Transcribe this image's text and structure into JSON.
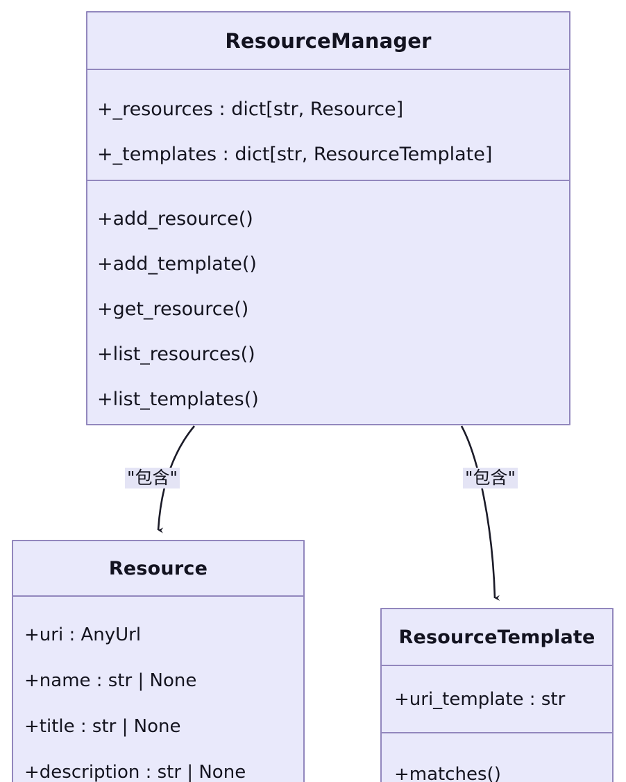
{
  "diagram": {
    "type": "uml-class-diagram",
    "background": "#ffffff",
    "class_fill": "#e9e9fb",
    "class_border": "#9287bd",
    "edge_color": "#1b1b28",
    "label_highlight": "#e4e4f5"
  },
  "classes": {
    "resource_manager": {
      "name": "ResourceManager",
      "attributes": [
        "+_resources : dict[str, Resource]",
        "+_templates : dict[str, ResourceTemplate]"
      ],
      "methods": [
        "+add_resource()",
        "+add_template()",
        "+get_resource()",
        "+list_resources()",
        "+list_templates()"
      ]
    },
    "resource": {
      "name": "Resource",
      "attributes": [
        "+uri : AnyUrl",
        "+name : str | None",
        "+title : str | None",
        "+description : str | None"
      ],
      "methods": []
    },
    "resource_template": {
      "name": "ResourceTemplate",
      "attributes": [
        "+uri_template : str"
      ],
      "methods": [
        "+matches()"
      ]
    }
  },
  "relations": [
    {
      "from": "ResourceManager",
      "to": "Resource",
      "label": "\"包含\"",
      "arrow": "open-arrow-down"
    },
    {
      "from": "ResourceManager",
      "to": "ResourceTemplate",
      "label": "\"包含\"",
      "arrow": "open-arrow-down"
    }
  ]
}
